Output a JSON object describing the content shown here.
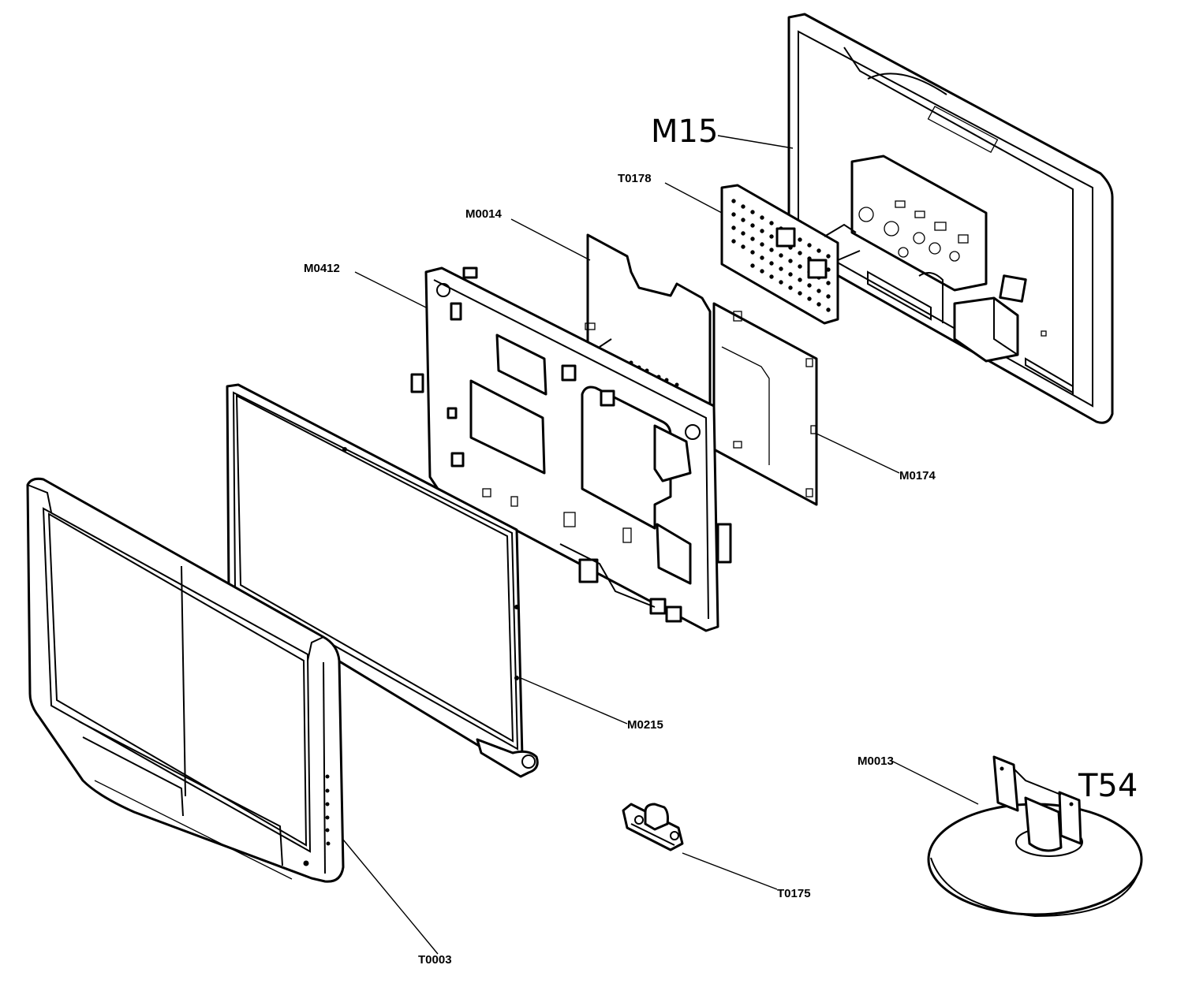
{
  "labels": {
    "m15": "M15",
    "t0178": "T0178",
    "m0014": "M0014",
    "m0412": "M0412",
    "m0174": "M0174",
    "m0215": "M0215",
    "m0013": "M0013",
    "t54": "T54",
    "t0175": "T0175",
    "t0003": "T0003"
  }
}
